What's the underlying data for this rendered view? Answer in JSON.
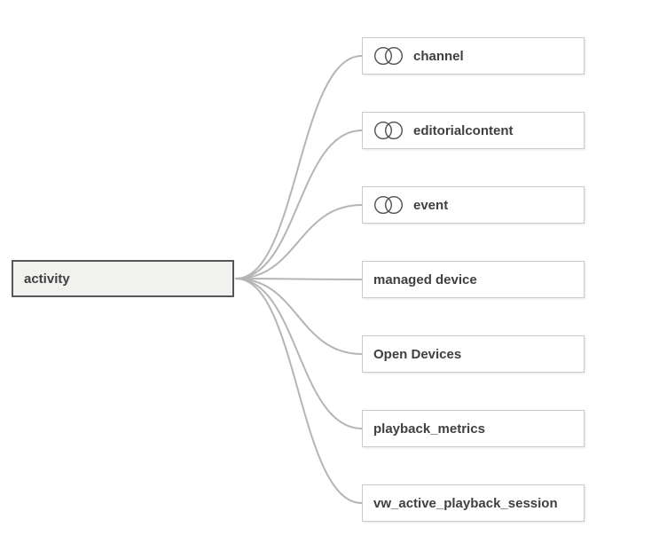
{
  "diagram": {
    "type": "association-tree",
    "root": {
      "label": "activity"
    },
    "nodes": [
      {
        "label": "channel",
        "icon": "venn-icon"
      },
      {
        "label": "editorialcontent",
        "icon": "venn-icon"
      },
      {
        "label": "event",
        "icon": "venn-icon"
      },
      {
        "label": "managed device",
        "icon": "none"
      },
      {
        "label": "Open Devices",
        "icon": "none"
      },
      {
        "label": "playback_metrics",
        "icon": "none"
      },
      {
        "label": "vw_active_playback_session",
        "icon": "none"
      }
    ],
    "colors": {
      "connector": "#b5b5b5",
      "root_fill": "#f1f1ef",
      "root_border": "#575757",
      "node_fill": "#ffffff",
      "node_border": "#cbcbcb",
      "text": "#404040",
      "icon_stroke": "#515151"
    }
  }
}
